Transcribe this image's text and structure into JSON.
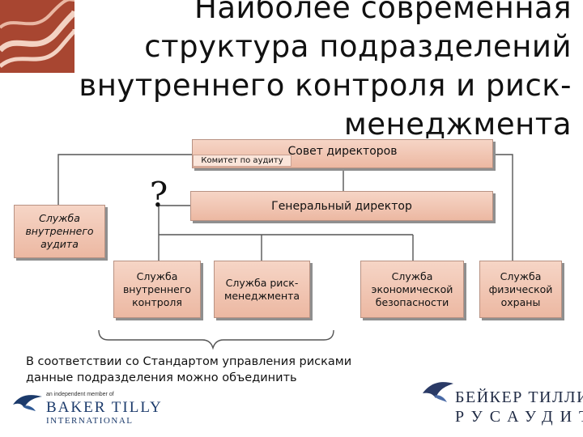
{
  "title": {
    "line1": "Наиболее современная",
    "line2": "структура подразделений",
    "line3": "внутреннего контроля и риск-",
    "line4": "менеджмента"
  },
  "diagram": {
    "board": "Совет директоров",
    "audit_committee": "Комитет по аудиту",
    "ceo": "Генеральный директор",
    "question_mark": "?",
    "internal_audit": {
      "line1": "Служба",
      "line2": "внутреннего",
      "line3": "аудита"
    },
    "internal_control": {
      "line1": "Служба",
      "line2": "внутреннего",
      "line3": "контроля"
    },
    "risk_management": {
      "line1": "Служба риск-",
      "line2": "менеджмента"
    },
    "economic_security": {
      "line1": "Служба",
      "line2": "экономической",
      "line3": "безопасности"
    },
    "physical_security": {
      "line1": "Служба",
      "line2": "физической",
      "line3": "охраны"
    }
  },
  "note": {
    "line1": "В соответствии со Стандартом управления рисками",
    "line2": "данные подразделения можно объединить"
  },
  "logo_left": {
    "small_text": "an independent member of",
    "name": "BAKER TILLY",
    "sub": "INTERNATIONAL"
  },
  "logo_right": {
    "line1": "БЕЙКЕР ТИЛЛИ",
    "line2": "РУСАУДИТ"
  },
  "colors": {
    "box_fill": "#f0c4b0",
    "line": "#555555",
    "brand_navy": "#1b3a6b",
    "corner_red": "#a8432c"
  }
}
